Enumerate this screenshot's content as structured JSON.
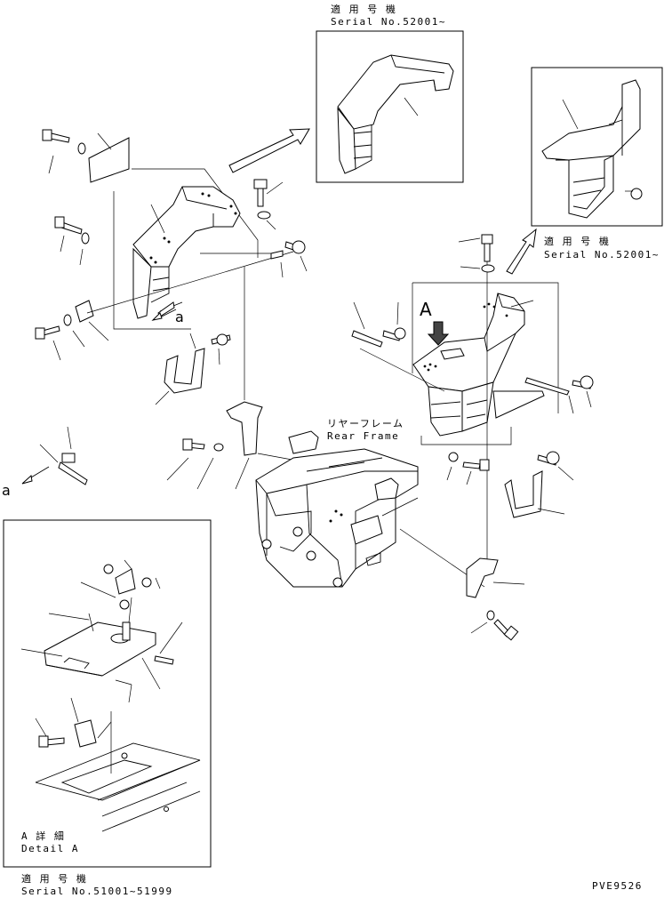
{
  "labels": {
    "top_applicable": "適 用 号 機",
    "top_serial": "Serial No.52001~",
    "right_applicable": "適 用 号 機",
    "right_serial": "Serial No.52001~",
    "rear_frame_jp": "リヤーフレーム",
    "rear_frame_en": "Rear Frame",
    "view_a": "A",
    "ref_a_upper": "a",
    "ref_a_lower": "a",
    "detail_jp": "A 詳 細",
    "detail_en": "Detail A",
    "bottom_applicable": "適 用 号 機",
    "bottom_serial": "Serial No.51001~51999",
    "drawing_code": "PVE9526"
  }
}
